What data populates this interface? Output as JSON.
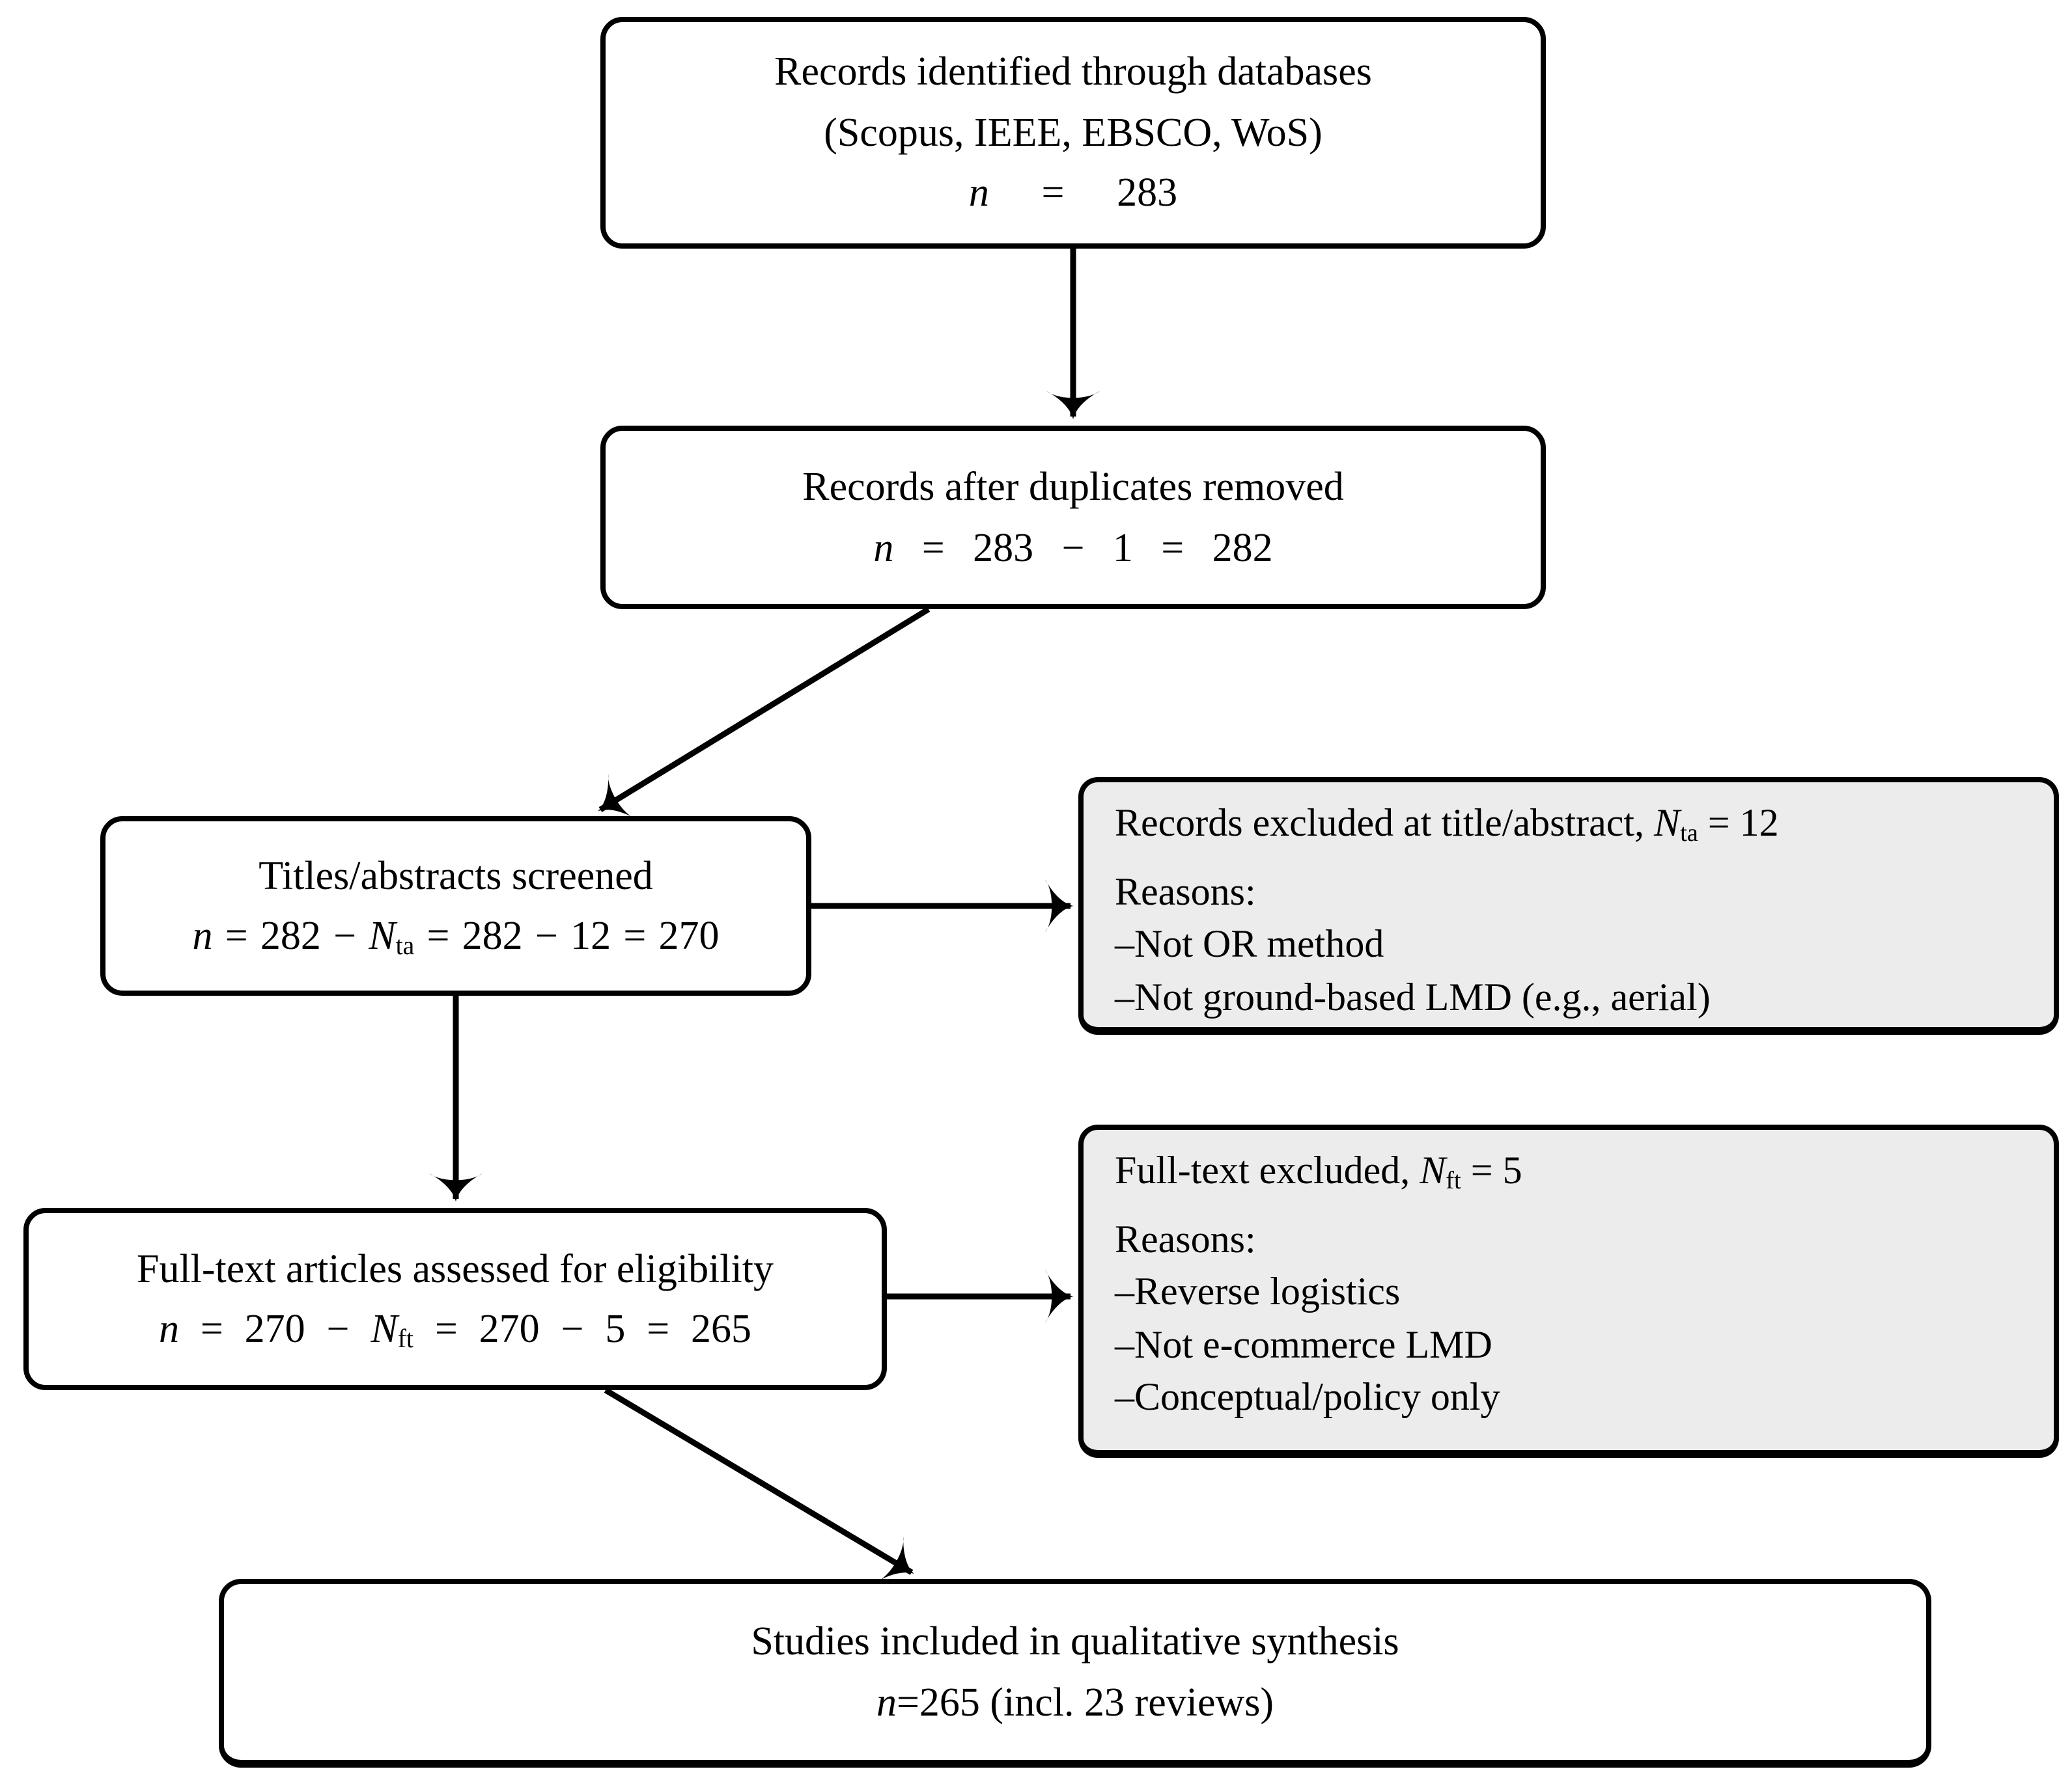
{
  "diagram": {
    "type": "flowchart",
    "background_color": "#ffffff",
    "node_fill": "#ffffff",
    "excluded_node_fill": "#ececec",
    "line_color": "#000000"
  },
  "boxes": {
    "identified": {
      "line1": "Records identified through databases",
      "line2": "(Scopus, IEEE, EBSCO, WoS)",
      "f_n": "n",
      "f_rest": " = 283"
    },
    "dedup": {
      "line1": "Records after duplicates removed",
      "f_n": "n",
      "f_rest": " = 283 − 1 = 282"
    },
    "screened": {
      "line1": "Titles/abstracts screened",
      "f_n": "n",
      "f_pre": " = 282 − ",
      "f_var": "N",
      "f_sub": "ta",
      "f_post": " = 282 − 12 = 270"
    },
    "excluded_ta": {
      "t_pre": "Records excluded at title/abstract, ",
      "t_var": "N",
      "t_sub": "ta",
      "t_post": " = 12",
      "reasons_label": "Reasons:",
      "reasons": [
        "–Not OR method",
        "–Not ground-based LMD (e.g., aerial)"
      ]
    },
    "fulltext": {
      "line1": "Full-text articles assessed for eligibility",
      "f_n": "n",
      "f_pre": " = 270 − ",
      "f_var": "N",
      "f_sub": "ft",
      "f_post": " = 270 − 5 = 265"
    },
    "excluded_ft": {
      "t_pre": "Full-text excluded, ",
      "t_var": "N",
      "t_sub": "ft",
      "t_post": " = 5",
      "reasons_label": "Reasons:",
      "reasons": [
        "–Reverse logistics",
        "–Not e-commerce LMD",
        "–Conceptual/policy only"
      ]
    },
    "included": {
      "line1": "Studies included in qualitative synthesis",
      "f_n": "n",
      "f_rest": "=265 (incl. 23 reviews)"
    }
  }
}
